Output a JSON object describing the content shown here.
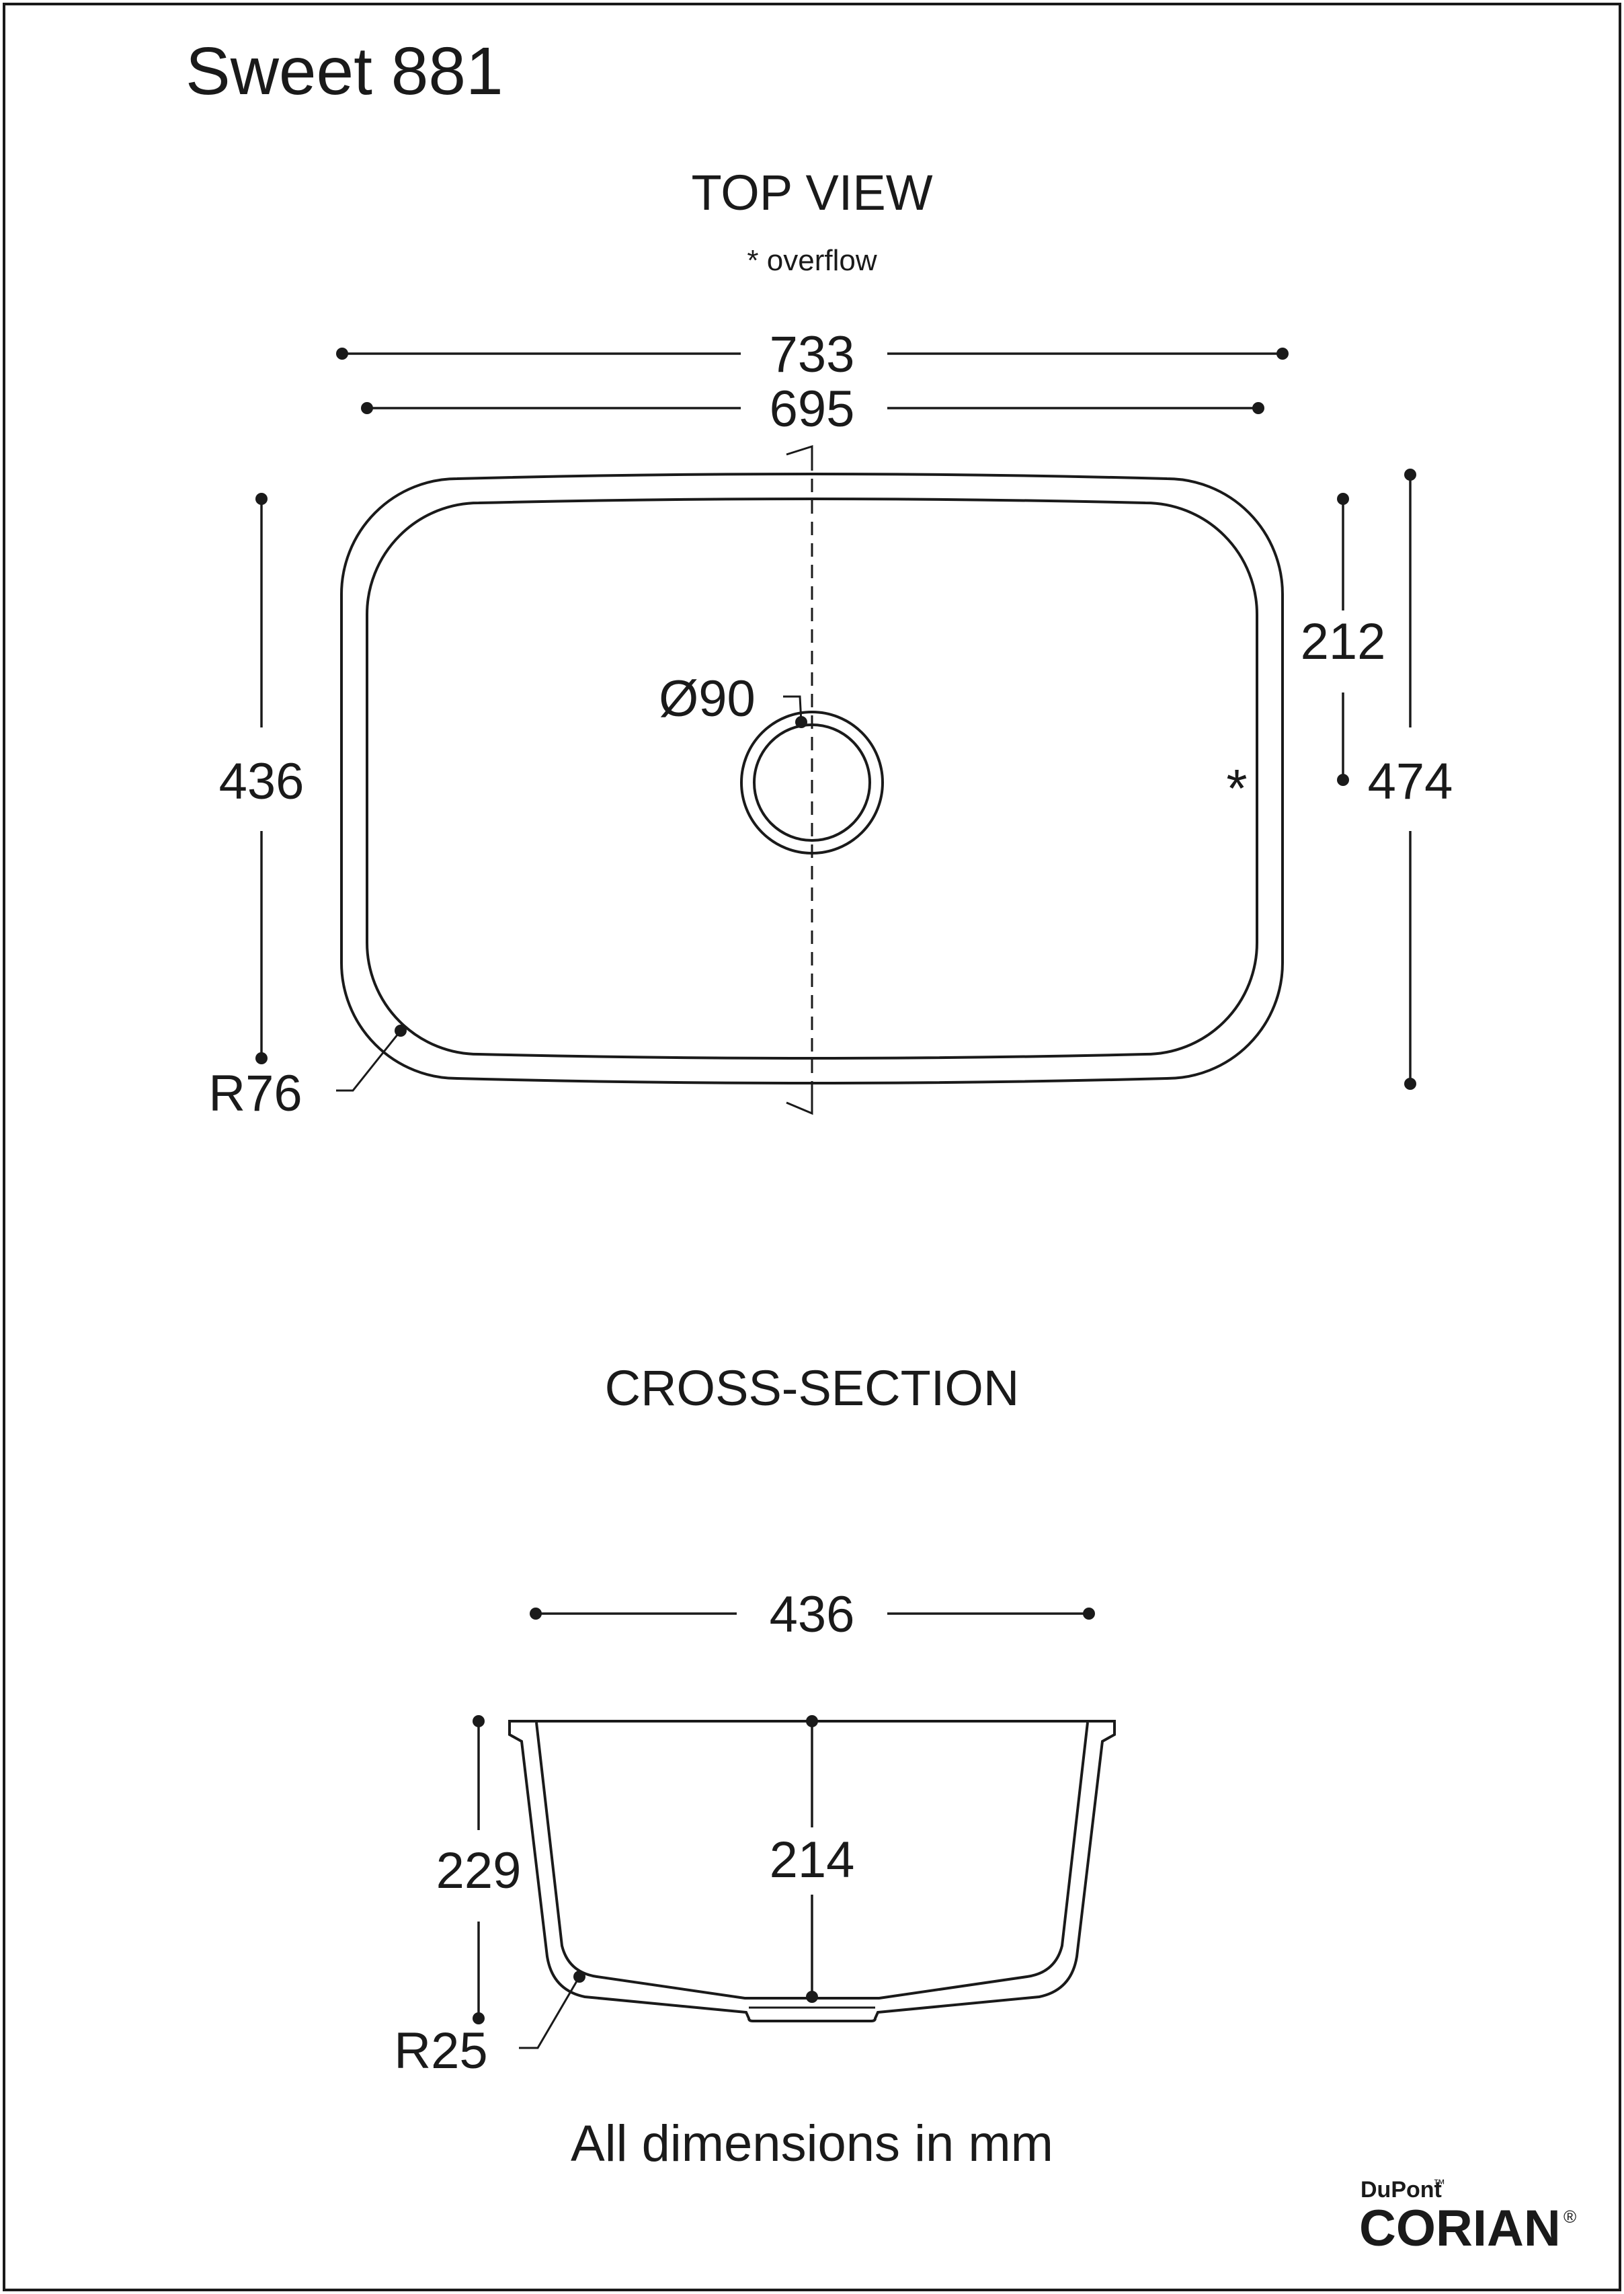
{
  "title": "Sweet 881",
  "top_view": {
    "heading": "TOP VIEW",
    "note": "* overflow",
    "overflow_mark": "*",
    "dimensions": {
      "overall_length": "733",
      "inner_length": "695",
      "inner_width": "436",
      "overall_width": "474",
      "overflow_offset": "212",
      "drain_diameter": "Ø90",
      "corner_radius": "R76"
    }
  },
  "cross_section": {
    "heading": "CROSS-SECTION",
    "dimensions": {
      "width": "436",
      "overall_depth": "229",
      "inner_depth": "214",
      "bottom_radius": "R25"
    }
  },
  "footer_note": "All dimensions in mm",
  "brand": {
    "maker": "DuPont",
    "maker_mark": "™",
    "product": "CORIAN",
    "product_mark": "®"
  }
}
